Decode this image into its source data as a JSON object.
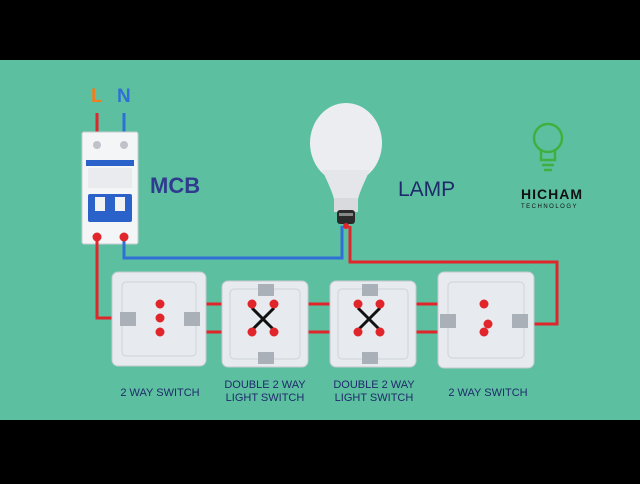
{
  "labels": {
    "line": "L",
    "neutral": "N",
    "mcb": "MCB",
    "lamp": "LAMP",
    "switch1": "2 WAY SWITCH",
    "switch2_line1": "DOUBLE 2 WAY",
    "switch2_line2": "LIGHT SWITCH",
    "switch3_line1": "DOUBLE 2 WAY",
    "switch3_line2": "LIGHT SWITCH",
    "switch4": "2 WAY SWITCH",
    "brand_name": "HICHAM",
    "brand_sub": "TECHNOLOGY"
  },
  "colors": {
    "background": "#5cc0a0",
    "live_wire": "#e0262b",
    "neutral_wire": "#2f6fd6",
    "line_letter": "#f07d1e",
    "neutral_letter": "#2f6fd6",
    "terminal": "#e0262b",
    "title_text": "#2f3b8f",
    "brand_icon": "#3fb03f"
  }
}
